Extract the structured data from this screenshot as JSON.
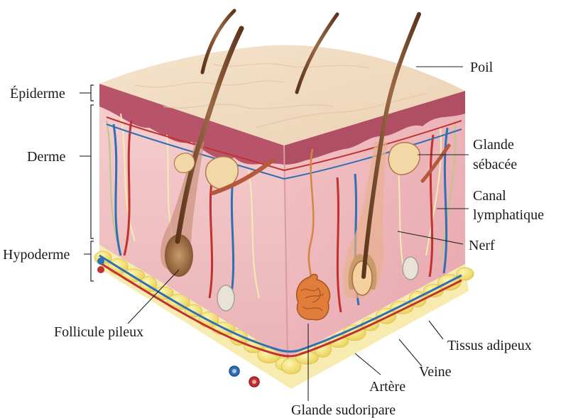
{
  "labels": {
    "epiderme": "Épiderme",
    "derme": "Derme",
    "hypoderme": "Hypoderme",
    "poil": "Poil",
    "glande_sebacee_line1": "Glande",
    "glande_sebacee_line2": "sébacée",
    "canal_lymphatique_line1": "Canal",
    "canal_lymphatique_line2": "lymphatique",
    "nerf": "Nerf",
    "tissus_adipeux": "Tissus adipeux",
    "veine": "Veine",
    "artere": "Artère",
    "glande_sudoripare": "Glande sudoripare",
    "follicule_pileux": "Follicule pileux"
  },
  "colors": {
    "skin_surface": "#f1dcc2",
    "epidermis": "#b8546a",
    "dermis": "#f2c6c8",
    "fat": "#f4e27a",
    "vein": "#2f6fb3",
    "artery": "#c0312f",
    "hair": "#7a4a2a",
    "sweat_gland": "#e07d3a"
  }
}
